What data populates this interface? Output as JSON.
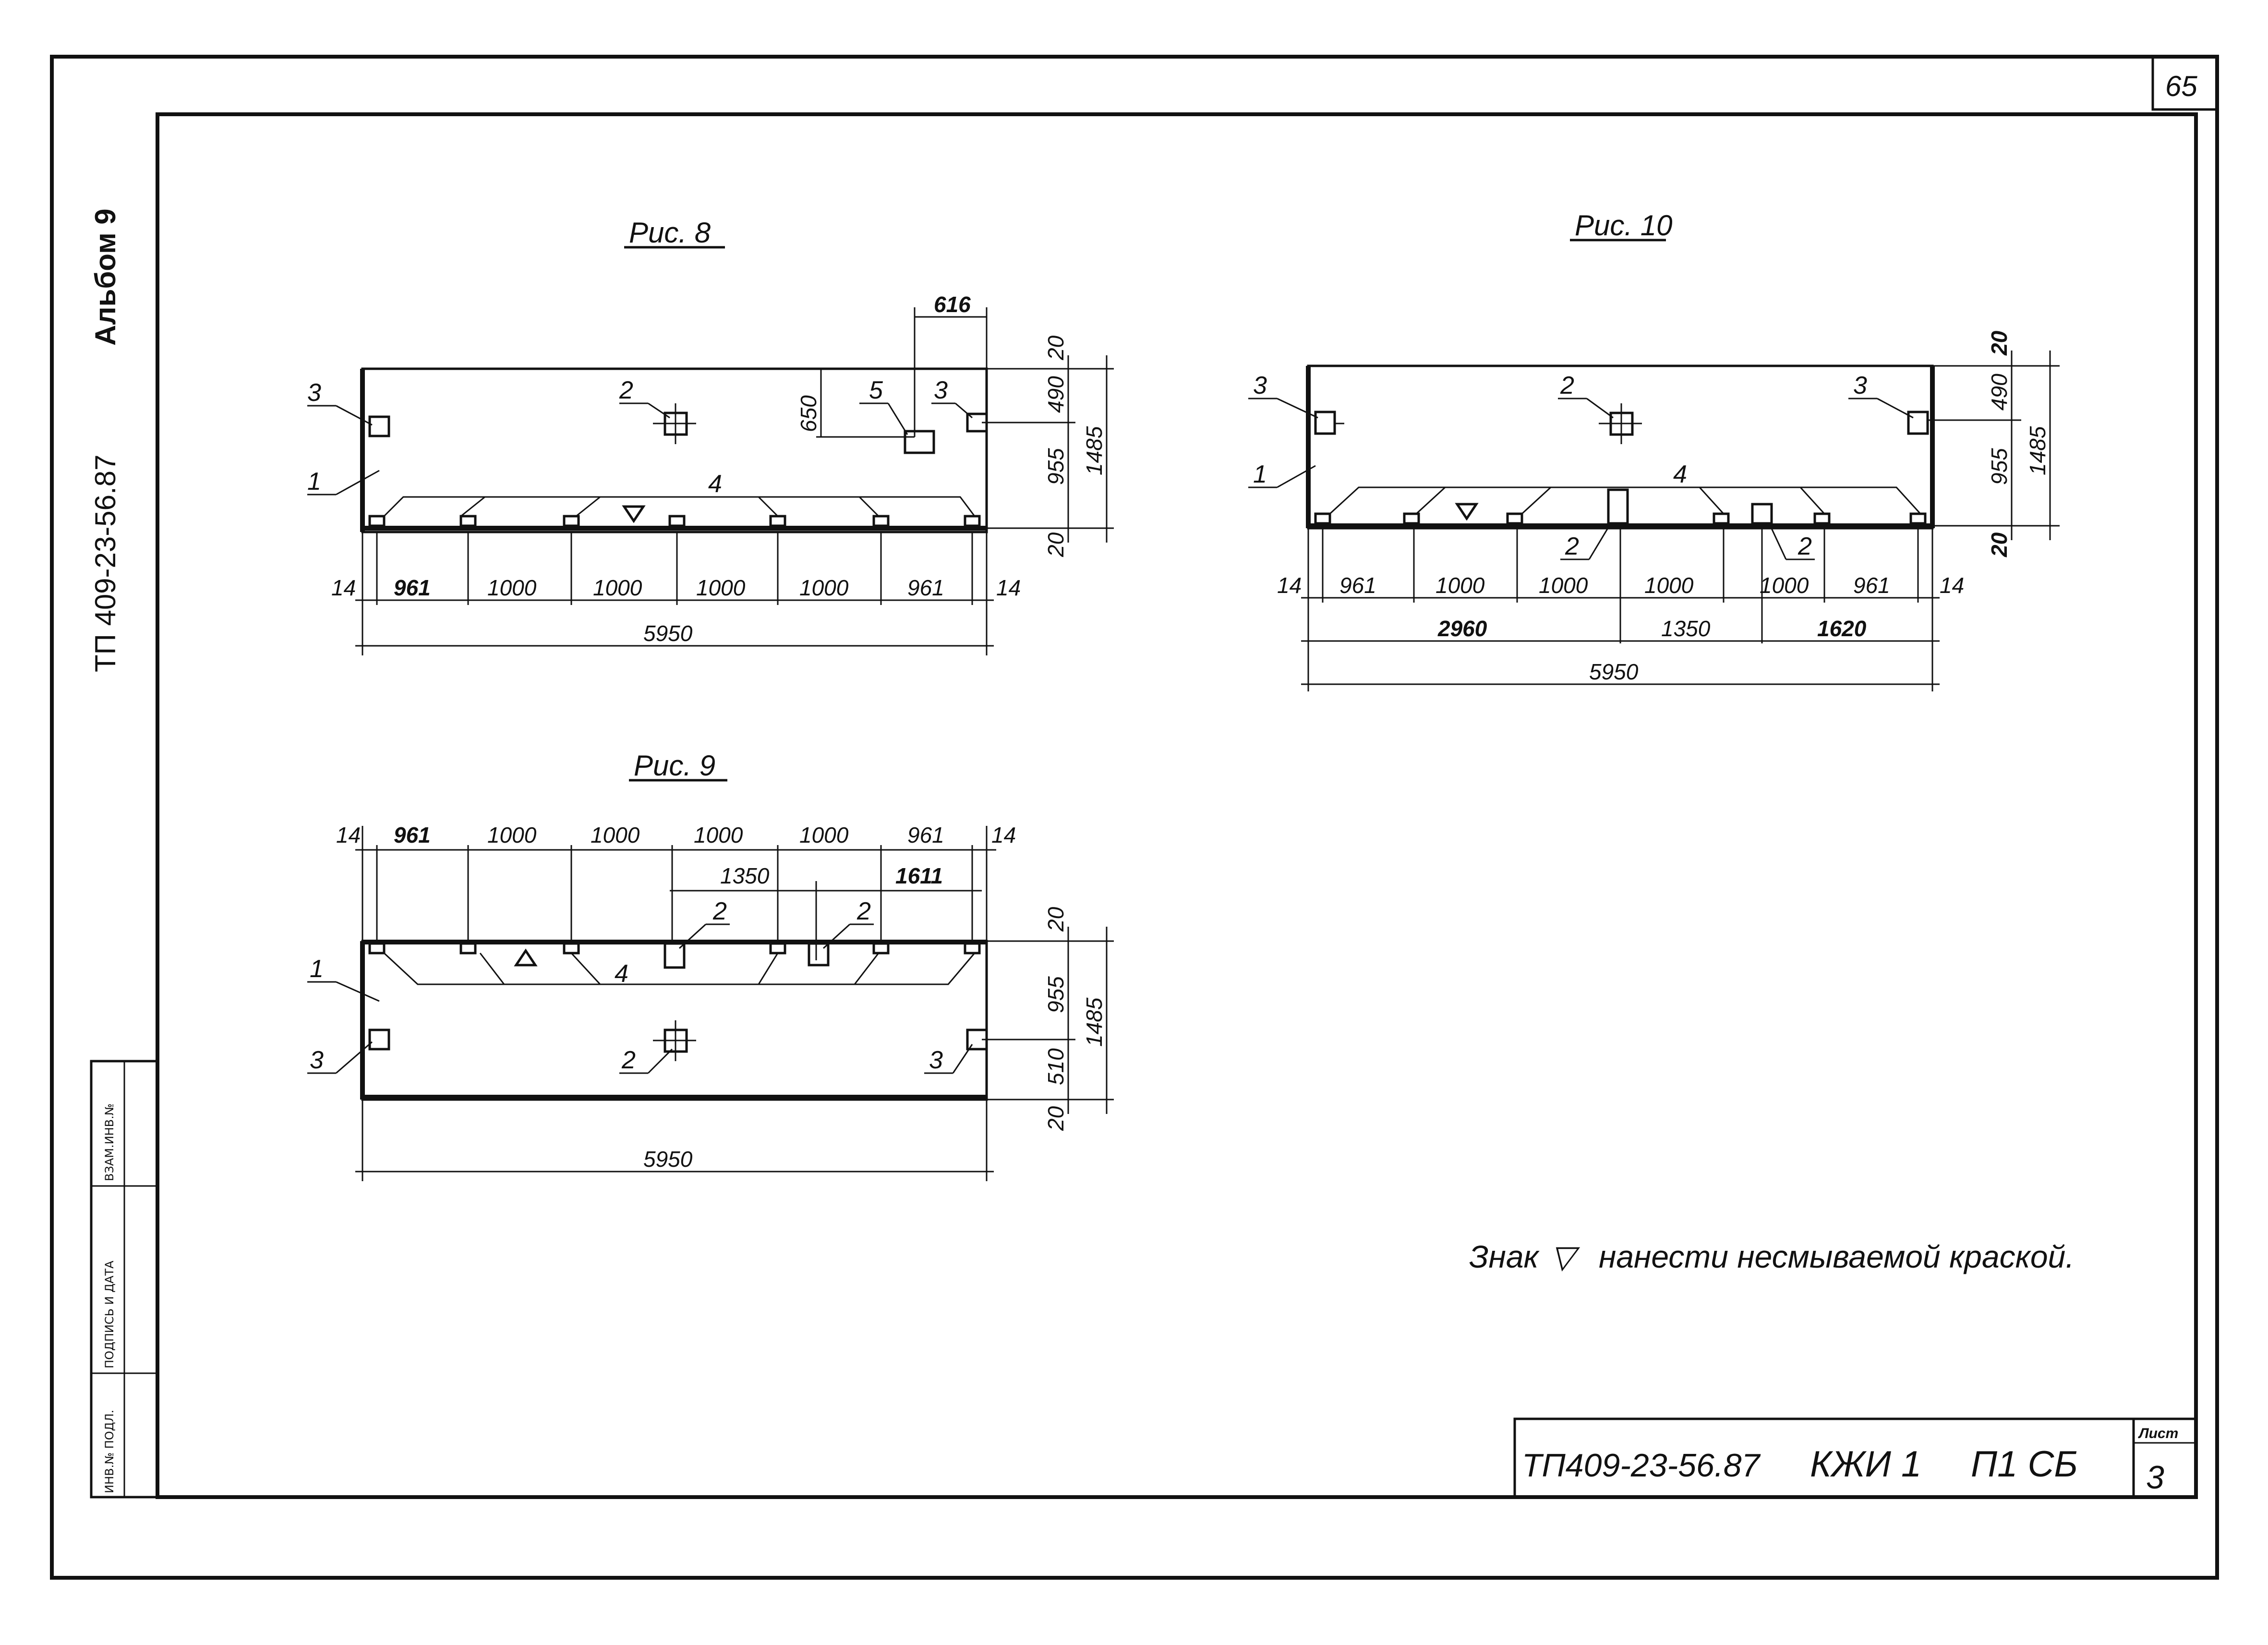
{
  "sheet_number_top": "65",
  "sidebar": {
    "album": "Альбом 9",
    "doc_code": "ТП 409-23-56.87",
    "stamp_cells": [
      "ИНВ.№ ПОДЛ.",
      "ПОДПИСЬ И ДАТА",
      "ВЗАМ.ИНВ.№"
    ]
  },
  "fig8": {
    "title": "Рис. 8",
    "callouts": [
      "3",
      "1",
      "2",
      "5",
      "3",
      "4"
    ],
    "dims_bottom": [
      "14",
      "961",
      "1000",
      "1000",
      "1000",
      "1000",
      "961",
      "14"
    ],
    "dim_total": "5950",
    "dim_top": "616",
    "dim_650": "650",
    "dims_right": [
      "20",
      "490",
      "955",
      "20"
    ],
    "dim_height": "1485"
  },
  "fig9": {
    "title": "Рис. 9",
    "callouts": [
      "1",
      "2",
      "2",
      "4",
      "3",
      "2",
      "3"
    ],
    "dims_top": [
      "14",
      "961",
      "1000",
      "1000",
      "1000",
      "1000",
      "961",
      "14"
    ],
    "dims_mid": [
      "1350",
      "1611"
    ],
    "dim_total": "5950",
    "dims_right": [
      "20",
      "955",
      "510",
      "20"
    ],
    "dim_height": "1485"
  },
  "fig10": {
    "title": "Рис. 10",
    "callouts": [
      "3",
      "1",
      "2",
      "3",
      "4",
      "2",
      "2"
    ],
    "dims_bottom": [
      "14",
      "961",
      "1000",
      "1000",
      "1000",
      "1000",
      "961",
      "14"
    ],
    "dims_mid": [
      "2960",
      "1350",
      "1620"
    ],
    "dim_total": "5950",
    "dims_right": [
      "20",
      "490",
      "955",
      "20"
    ],
    "dim_height": "1485"
  },
  "note": {
    "prefix": "Знак",
    "symbol": "▽",
    "text": "нанести несмываемой краской."
  },
  "title_block": {
    "code": "ТП409-23-56.87",
    "mark": "КЖИ 1",
    "item": "П1 СБ",
    "sheet_label": "Лист",
    "sheet_no": "3"
  }
}
